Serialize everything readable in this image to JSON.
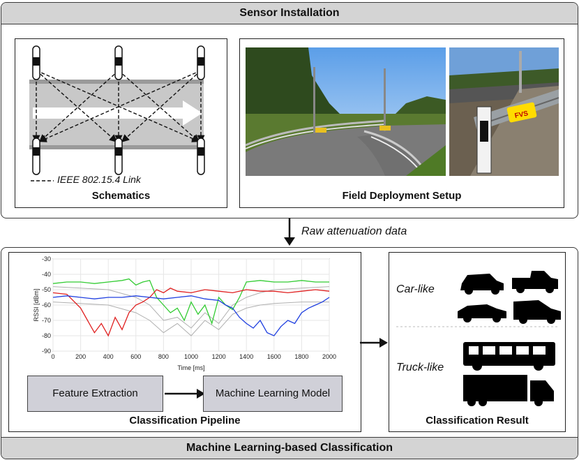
{
  "top_section": {
    "title": "Sensor Installation"
  },
  "schematics": {
    "caption": "Schematics",
    "legend": "IEEE 802.15.4 Link"
  },
  "field": {
    "caption": "Field Deployment Setup",
    "sign_text": "FVS"
  },
  "flow": {
    "arrow_label": "Raw attenuation data"
  },
  "bottom_section": {
    "title": "Machine Learning-based Classification"
  },
  "pipeline": {
    "caption": "Classification Pipeline",
    "feature_box": "Feature Extraction",
    "model_box": "Machine Learning Model"
  },
  "result": {
    "caption": "Classification Result",
    "car_label": "Car-like",
    "truck_label": "Truck-like"
  },
  "colors": {
    "green": "#33cc33",
    "red": "#e02020",
    "blue": "#2040e0",
    "gray": "#b0b0b0"
  },
  "chart_data": {
    "type": "line",
    "xlabel": "Time [ms]",
    "ylabel": "RSSI [dBm]",
    "xlim": [
      0,
      2000
    ],
    "ylim": [
      -90,
      -30
    ],
    "xticks": [
      0,
      200,
      400,
      600,
      800,
      1000,
      1200,
      1400,
      1600,
      1800,
      2000
    ],
    "yticks": [
      -30,
      -40,
      -50,
      -60,
      -70,
      -80,
      -90
    ],
    "grid": true,
    "series": [
      {
        "color": "green",
        "x": [
          0,
          100,
          200,
          300,
          400,
          500,
          550,
          600,
          650,
          700,
          750,
          800,
          850,
          900,
          950,
          1000,
          1050,
          1100,
          1150,
          1200,
          1250,
          1300,
          1350,
          1400,
          1500,
          1600,
          1700,
          1800,
          1900,
          2000
        ],
        "y": [
          -46,
          -45,
          -45,
          -46,
          -45,
          -44,
          -43,
          -47,
          -45,
          -44,
          -55,
          -60,
          -65,
          -62,
          -70,
          -58,
          -66,
          -60,
          -72,
          -55,
          -60,
          -63,
          -55,
          -45,
          -44,
          -45,
          -45,
          -44,
          -45,
          -45
        ]
      },
      {
        "color": "red",
        "x": [
          0,
          100,
          200,
          250,
          300,
          350,
          400,
          450,
          500,
          550,
          600,
          650,
          700,
          750,
          800,
          850,
          900,
          1000,
          1100,
          1200,
          1300,
          1400,
          1500,
          1600,
          1700,
          1800,
          1900,
          2000
        ],
        "y": [
          -52,
          -53,
          -62,
          -70,
          -78,
          -72,
          -80,
          -68,
          -76,
          -65,
          -60,
          -58,
          -55,
          -50,
          -52,
          -49,
          -51,
          -52,
          -50,
          -51,
          -52,
          -50,
          -51,
          -51,
          -52,
          -51,
          -50,
          -51
        ]
      },
      {
        "color": "blue",
        "x": [
          0,
          100,
          200,
          300,
          400,
          500,
          600,
          700,
          800,
          900,
          1000,
          1100,
          1200,
          1250,
          1300,
          1350,
          1400,
          1450,
          1500,
          1550,
          1600,
          1650,
          1700,
          1750,
          1800,
          1850,
          1900,
          1950,
          2000
        ],
        "y": [
          -55,
          -54,
          -55,
          -56,
          -55,
          -55,
          -54,
          -55,
          -56,
          -55,
          -54,
          -56,
          -57,
          -60,
          -62,
          -68,
          -72,
          -75,
          -70,
          -78,
          -80,
          -74,
          -70,
          -72,
          -65,
          -62,
          -60,
          -58,
          -55
        ]
      },
      {
        "color": "gray",
        "x": [
          0,
          200,
          400,
          600,
          700,
          800,
          900,
          1000,
          1100,
          1200,
          1300,
          1400,
          1500,
          1600,
          1800,
          2000
        ],
        "y": [
          -48,
          -49,
          -50,
          -55,
          -60,
          -70,
          -68,
          -75,
          -65,
          -72,
          -60,
          -55,
          -52,
          -50,
          -49,
          -48
        ]
      },
      {
        "color": "gray",
        "x": [
          0,
          200,
          400,
          600,
          700,
          800,
          900,
          1000,
          1100,
          1200,
          1300,
          1400,
          1500,
          1600,
          1800,
          2000
        ],
        "y": [
          -58,
          -59,
          -60,
          -65,
          -70,
          -78,
          -72,
          -80,
          -70,
          -76,
          -66,
          -62,
          -60,
          -59,
          -58,
          -58
        ]
      }
    ]
  }
}
